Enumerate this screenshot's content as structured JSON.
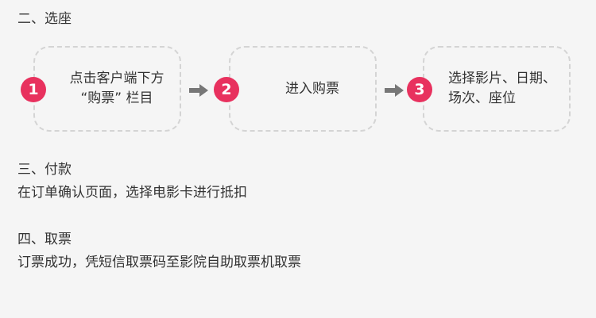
{
  "sections": {
    "select_seat": {
      "heading": "二、选座",
      "steps": [
        {
          "number": "1",
          "lines": [
            "点击客户端下方",
            "“购票” 栏目"
          ]
        },
        {
          "number": "2",
          "lines": [
            "进入购票"
          ]
        },
        {
          "number": "3",
          "lines": [
            "选择影片、日期、",
            "场次、座位"
          ]
        }
      ]
    },
    "payment": {
      "heading": "三、付款",
      "text": "在订单确认页面，选择电影卡进行抵扣"
    },
    "pickup": {
      "heading": "四、取票",
      "text": "订票成功，凭短信取票码至影院自助取票机取票"
    }
  },
  "colors": {
    "badge": "#e8315e",
    "arrow": "#777777",
    "box_border": "#d4d4d4",
    "background": "#f5f5f5",
    "text": "#333333"
  },
  "icons": {
    "arrow": "right-arrow-icon"
  }
}
